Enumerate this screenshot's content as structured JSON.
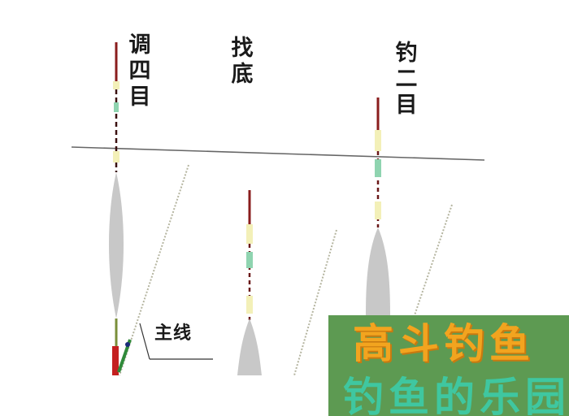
{
  "labels": {
    "float1": [
      "调",
      "四",
      "目"
    ],
    "float2": [
      "找",
      "底"
    ],
    "float3": [
      "钓",
      "二",
      "目"
    ],
    "main_line": "主线"
  },
  "banner": {
    "title": "高斗钓鱼",
    "subtitle": "钓鱼的乐园"
  },
  "colors": {
    "float_body": "#c8c8c8",
    "stem_red": "#8a1d1d",
    "segment_yellow": "#f3f0b8",
    "segment_green": "#8fd4b0",
    "water_line": "#666666",
    "fishing_line": "#b5b5a0",
    "banner_green": "#5d9a52",
    "banner_orange": "#f2a41f",
    "banner_teal": "#3fc7a0"
  }
}
